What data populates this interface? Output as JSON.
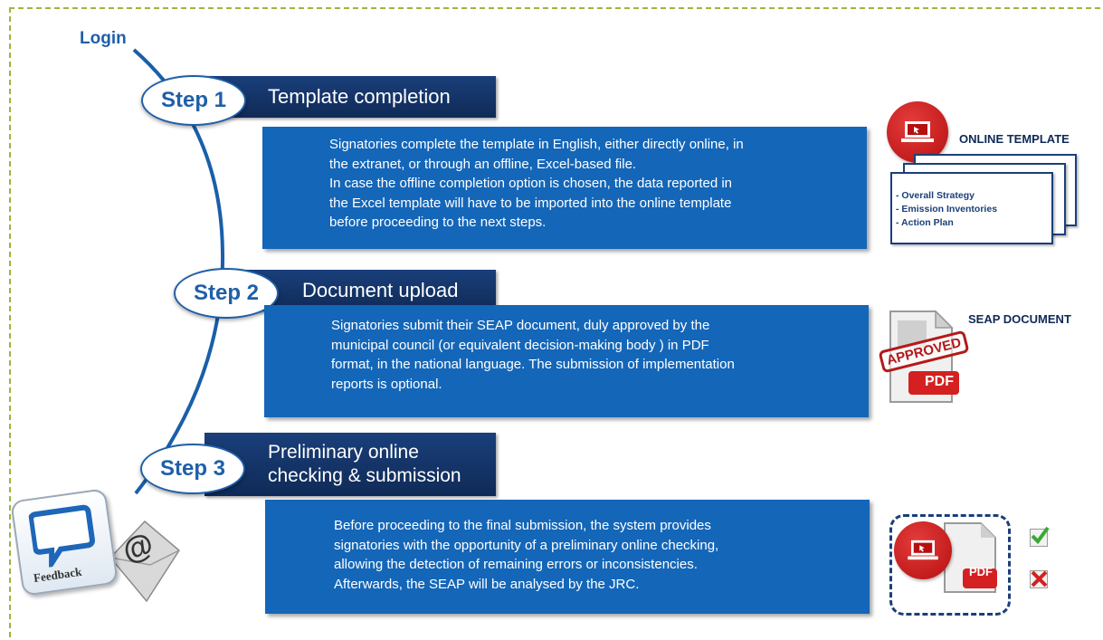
{
  "login_label": "Login",
  "steps": [
    {
      "badge": "Step 1",
      "title": "Template completion",
      "description_lines": [
        "Signatories complete the template in English, either directly online, in",
        "the extranet, or through an offline, Excel-based file.",
        "In case the offline completion option is chosen, the data reported in",
        "the Excel template will have to be imported into the online template",
        "before proceeding to the next steps."
      ]
    },
    {
      "badge": "Step 2",
      "title": "Document upload",
      "description_lines": [
        "Signatories submit their SEAP document, duly approved by the",
        "municipal council (or equivalent decision-making body ) in PDF",
        "format, in the national language.  The submission of implementation",
        "reports is optional."
      ]
    },
    {
      "badge": "Step 3",
      "title_lines": [
        "Preliminary online",
        "checking & submission"
      ],
      "description_lines": [
        "Before proceeding to the final submission, the system provides",
        "signatories with the opportunity of a preliminary online checking,",
        "allowing the detection of remaining errors or inconsistencies.",
        "Afterwards, the SEAP will be  analysed  by the JRC."
      ]
    }
  ],
  "online_template": {
    "label": "ONLINE TEMPLATE",
    "items": [
      "- Overall Strategy",
      "- Emission Inventories",
      "- Action Plan"
    ]
  },
  "seap_document": {
    "label": "SEAP DOCUMENT",
    "stamp": "APPROVED",
    "pdf_label": "PDF"
  },
  "submission_icon": {
    "pdf_label": "PDF"
  },
  "feedback": {
    "label": "Feedback",
    "email_glyph": "@"
  },
  "colors": {
    "header_navy": "#0f2a57",
    "description_blue": "#1466b8",
    "accent_red": "#d42020",
    "frame_green": "#9ab83a"
  }
}
